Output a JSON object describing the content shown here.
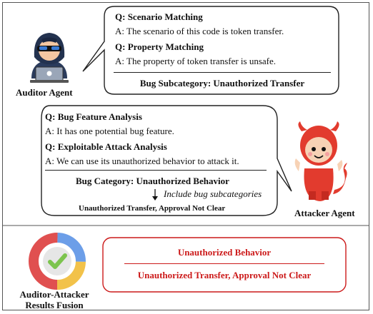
{
  "auditor": {
    "agent_label": "Auditor Agent",
    "q1": "Q: Scenario Matching",
    "a1": "A: The scenario of this code is token transfer.",
    "q2": "Q: Property Matching",
    "a2": "A: The property of token transfer is unsafe.",
    "result": "Bug Subcategory: Unauthorized Transfer"
  },
  "attacker": {
    "agent_label": "Attacker Agent",
    "q1": "Q: Bug Feature Analysis",
    "a1": "A: It has one potential bug feature.",
    "q2": "Q: Exploitable Attack Analysis",
    "a2": "A: We can use its unauthorized behavior to attack it.",
    "result": "Bug Category: Unauthorized Behavior",
    "arrow_note": "Include bug subcategories",
    "subcategories": "Unauthorized Transfer, Approval Not Clear"
  },
  "fusion": {
    "label_line1": "Auditor-Attacker",
    "label_line2": "Results Fusion",
    "category": "Unauthorized Behavior",
    "subcategories": "Unauthorized Transfer, Approval Not Clear"
  },
  "colors": {
    "fusion_red": "#cc1a1a",
    "ring_red": "#e05050",
    "ring_blue": "#6c9ee8",
    "ring_yellow": "#f2c24a",
    "check_green": "#7cc44e",
    "attacker_red": "#e23b2e"
  },
  "icons": [
    "hacker-icon",
    "devil-icon",
    "fusion-donut-icon"
  ]
}
